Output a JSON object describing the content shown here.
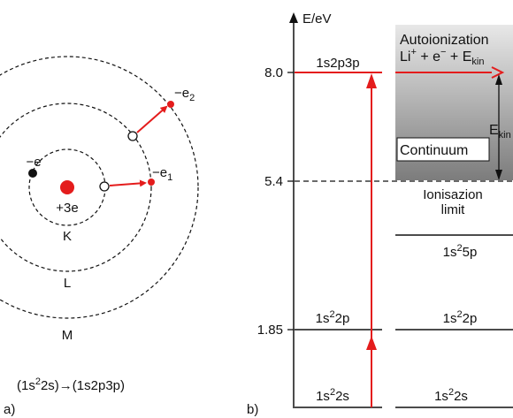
{
  "colors": {
    "accent": "#e41c1c",
    "ink": "#111111",
    "continuum_top": "#e6e6e6",
    "continuum_bottom": "#7a7a7a"
  },
  "panel_a": {
    "label": "a)",
    "nucleus_charge": "+3e",
    "shells": [
      "K",
      "L",
      "M"
    ],
    "electrons": {
      "e": "−e",
      "e1": "−e",
      "e1_sub": "1",
      "e2": "−e",
      "e2_sub": "2"
    },
    "transition": {
      "open": "(1s",
      "sup1": "2",
      "mid": "2s)→(1s2p3p)"
    }
  },
  "panel_b": {
    "label": "b)",
    "axis_label": "E/eV",
    "ticks": [
      "8.0",
      "5.4",
      "1.85"
    ],
    "levels_left": {
      "l8": "1s2p3p",
      "l185_a": "1s",
      "l185_sup": "2",
      "l185_b": "2p",
      "l0_a": "1s",
      "l0_sup": "2",
      "l0_b": "2s"
    },
    "levels_right": {
      "r5p_a": "1s",
      "r5p_sup": "2",
      "r5p_b": "5p",
      "r2p_a": "1s",
      "r2p_sup": "2",
      "r2p_b": "2p",
      "r2s_a": "1s",
      "r2s_sup": "2",
      "r2s_b": "2s"
    },
    "continuum": {
      "title": "Autoionization",
      "eq_li": "Li",
      "eq_plus_sup": "+",
      "eq_mid": " + e",
      "eq_minus_sup": "−",
      "eq_end": " + E",
      "eq_sub": "kin",
      "word": "Continuum",
      "ekin": "E",
      "ekin_sub": "kin"
    },
    "limit": {
      "line1": "Ionisazion",
      "line2": "limit"
    }
  }
}
